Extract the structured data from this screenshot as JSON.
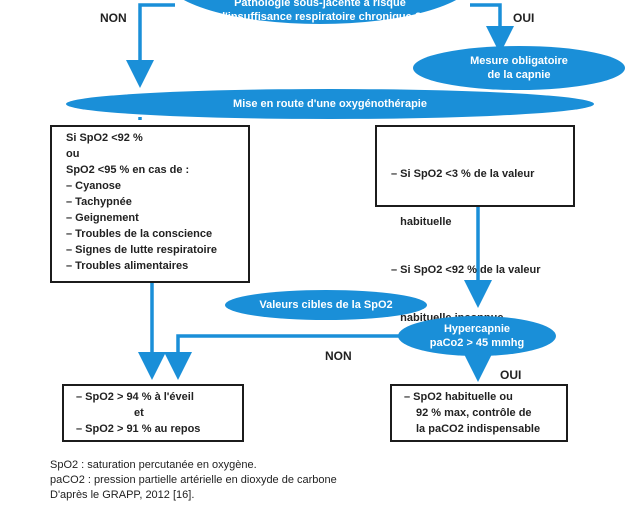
{
  "top_question": {
    "line1": "Pathologie sous-jacente à risque",
    "line2": "d'insuffisance respiratoire chronique ?"
  },
  "label_non_top": "NON",
  "label_oui_top": "OUI",
  "capnie": {
    "line1": "Mesure obligatoire",
    "line2": "de la capnie"
  },
  "oxygen": "Mise en route d'une oxygénothérapie",
  "left_box": {
    "lines": [
      "Si SpO2 <92 %",
      "ou",
      "SpO2 <95 % en cas de :",
      "– Cyanose",
      "– Tachypnée",
      "– Geignement",
      "– Troubles de la conscience",
      "– Signes de lutte respiratoire",
      "– Troubles alimentaires"
    ]
  },
  "right_box": {
    "lines": [
      "– Si SpO2 <3 % de la valeur",
      "   habituelle",
      "– Si SpO2 <92 % de la valeur",
      "   habituelle inconnue"
    ]
  },
  "valeurs_cibles": "Valeurs cibles de la SpO2",
  "hypercapnie": {
    "line1": "Hypercapnie",
    "line2": "paCo2 > 45 mmhg"
  },
  "label_non_mid": "NON",
  "label_oui_mid": "OUI",
  "bottom_left": {
    "line1": "– SpO2 > 94 % à l'éveil",
    "line2": "et",
    "line3": "– SpO2 > 91 % au repos"
  },
  "bottom_right": {
    "line1": "– SpO2 habituelle ou",
    "line2": "92 % max, contrôle de",
    "line3": "la paCO2 indispensable"
  },
  "footnotes": [
    "SpO2 : saturation percutanée en oxygène.",
    "paCO2 : pression partielle artérielle en dioxyde de carbone",
    "D'après le GRAPP, 2012 [16]."
  ],
  "colors": {
    "accent": "#1a8fd8",
    "border": "#1c1c1c",
    "text": "#222222"
  }
}
